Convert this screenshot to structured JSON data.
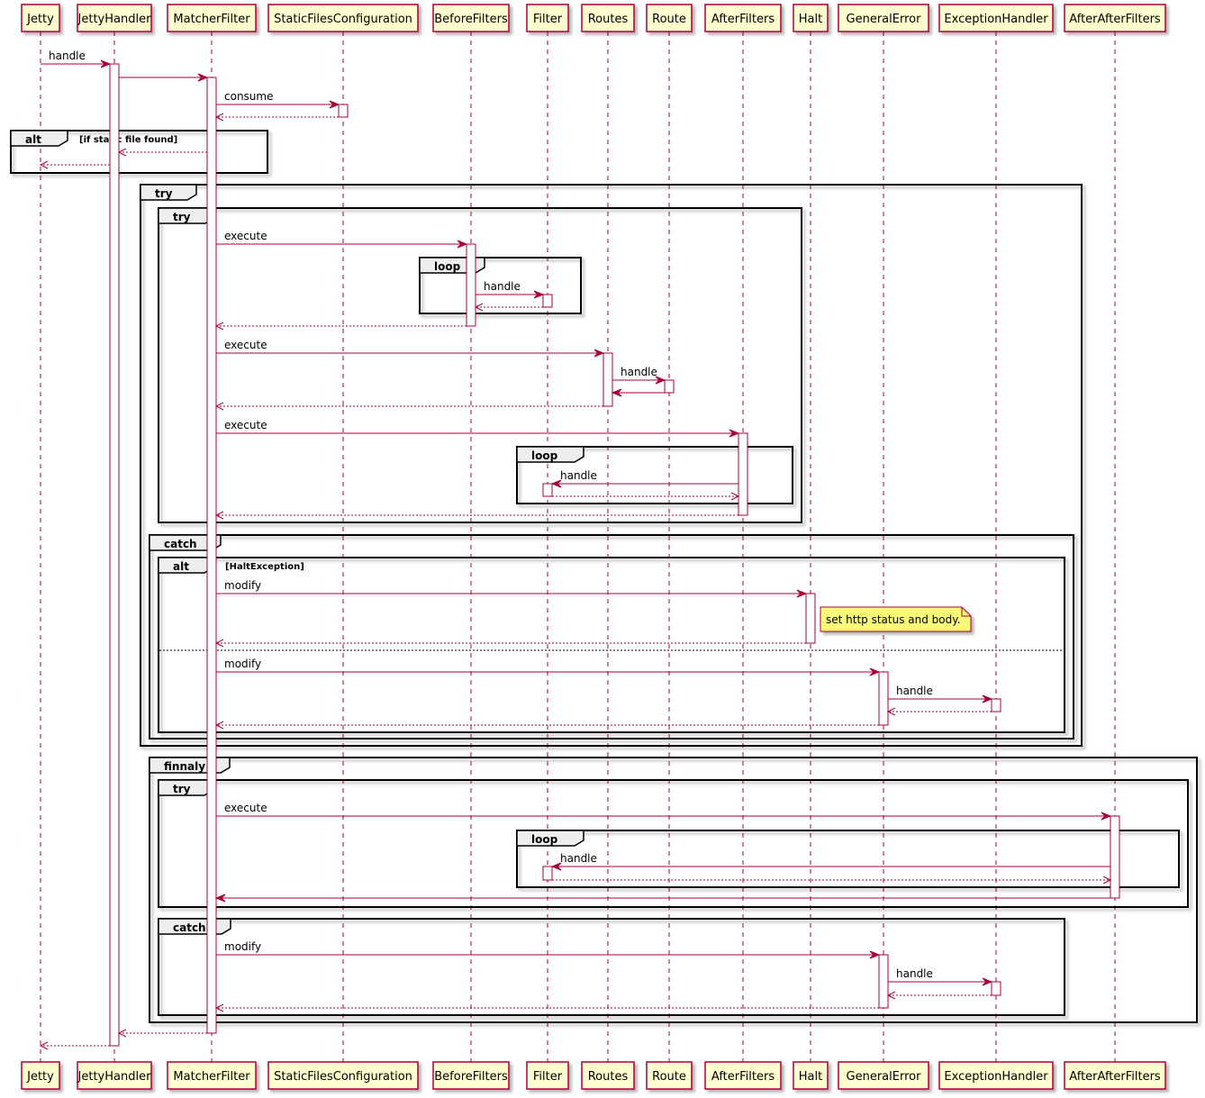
{
  "participants": [
    {
      "name": "Jetty"
    },
    {
      "name": "JettyHandler"
    },
    {
      "name": "MatcherFilter"
    },
    {
      "name": "StaticFilesConfiguration"
    },
    {
      "name": "BeforeFilters"
    },
    {
      "name": "Filter"
    },
    {
      "name": "Routes"
    },
    {
      "name": "Route"
    },
    {
      "name": "AfterFilters"
    },
    {
      "name": "Halt"
    },
    {
      "name": "GeneralError"
    },
    {
      "name": "ExceptionHandler"
    },
    {
      "name": "AfterAfterFilters"
    }
  ],
  "messages": [
    {
      "from": "Jetty",
      "to": "JettyHandler",
      "label": "handle",
      "type": "sync"
    },
    {
      "from": "JettyHandler",
      "to": "MatcherFilter",
      "label": "",
      "type": "sync"
    },
    {
      "from": "MatcherFilter",
      "to": "StaticFilesConfiguration",
      "label": "consume",
      "type": "sync"
    },
    {
      "from": "StaticFilesConfiguration",
      "to": "MatcherFilter",
      "label": "",
      "type": "return"
    },
    {
      "from": "MatcherFilter",
      "to": "JettyHandler",
      "label": "",
      "type": "return"
    },
    {
      "from": "JettyHandler",
      "to": "Jetty",
      "label": "",
      "type": "return"
    },
    {
      "from": "MatcherFilter",
      "to": "BeforeFilters",
      "label": "execute",
      "type": "sync"
    },
    {
      "from": "BeforeFilters",
      "to": "Filter",
      "label": "handle",
      "type": "sync"
    },
    {
      "from": "Filter",
      "to": "BeforeFilters",
      "label": "",
      "type": "return"
    },
    {
      "from": "BeforeFilters",
      "to": "MatcherFilter",
      "label": "",
      "type": "return"
    },
    {
      "from": "MatcherFilter",
      "to": "Routes",
      "label": "execute",
      "type": "sync"
    },
    {
      "from": "Routes",
      "to": "Route",
      "label": "handle",
      "type": "sync"
    },
    {
      "from": "Route",
      "to": "Routes",
      "label": "",
      "type": "sync"
    },
    {
      "from": "Routes",
      "to": "MatcherFilter",
      "label": "",
      "type": "return"
    },
    {
      "from": "MatcherFilter",
      "to": "AfterFilters",
      "label": "execute",
      "type": "sync"
    },
    {
      "from": "AfterFilters",
      "to": "Filter",
      "label": "handle",
      "type": "sync"
    },
    {
      "from": "Filter",
      "to": "AfterFilters",
      "label": "",
      "type": "return"
    },
    {
      "from": "AfterFilters",
      "to": "MatcherFilter",
      "label": "",
      "type": "return"
    },
    {
      "from": "MatcherFilter",
      "to": "Halt",
      "label": "modify",
      "type": "sync"
    },
    {
      "from": "Halt",
      "to": "MatcherFilter",
      "label": "",
      "type": "return"
    },
    {
      "from": "MatcherFilter",
      "to": "GeneralError",
      "label": "modify",
      "type": "sync"
    },
    {
      "from": "GeneralError",
      "to": "ExceptionHandler",
      "label": "handle",
      "type": "sync"
    },
    {
      "from": "ExceptionHandler",
      "to": "GeneralError",
      "label": "",
      "type": "return"
    },
    {
      "from": "GeneralError",
      "to": "MatcherFilter",
      "label": "",
      "type": "return"
    },
    {
      "from": "MatcherFilter",
      "to": "AfterAfterFilters",
      "label": "execute",
      "type": "sync"
    },
    {
      "from": "AfterAfterFilters",
      "to": "Filter",
      "label": "handle",
      "type": "sync"
    },
    {
      "from": "Filter",
      "to": "AfterAfterFilters",
      "label": "",
      "type": "return"
    },
    {
      "from": "AfterAfterFilters",
      "to": "MatcherFilter",
      "label": "",
      "type": "sync"
    },
    {
      "from": "MatcherFilter",
      "to": "GeneralError",
      "label": "modify",
      "type": "sync"
    },
    {
      "from": "GeneralError",
      "to": "ExceptionHandler",
      "label": "handle",
      "type": "sync"
    },
    {
      "from": "ExceptionHandler",
      "to": "GeneralError",
      "label": "",
      "type": "return"
    },
    {
      "from": "GeneralError",
      "to": "MatcherFilter",
      "label": "",
      "type": "return"
    },
    {
      "from": "MatcherFilter",
      "to": "JettyHandler",
      "label": "",
      "type": "return"
    },
    {
      "from": "JettyHandler",
      "to": "Jetty",
      "label": "",
      "type": "return"
    }
  ],
  "fragments": [
    {
      "kind": "alt",
      "condition": "[if static file found]"
    },
    {
      "kind": "try",
      "condition": ""
    },
    {
      "kind": "try",
      "condition": ""
    },
    {
      "kind": "loop",
      "condition": ""
    },
    {
      "kind": "loop",
      "condition": ""
    },
    {
      "kind": "catch",
      "condition": ""
    },
    {
      "kind": "alt",
      "condition": "[HaltException]"
    },
    {
      "kind": "finnaly",
      "condition": ""
    },
    {
      "kind": "try",
      "condition": ""
    },
    {
      "kind": "loop",
      "condition": ""
    },
    {
      "kind": "catch",
      "condition": ""
    }
  ],
  "notes": [
    {
      "text": "set http status and body."
    }
  ],
  "colors": {
    "participant_fill": "#FEFECE",
    "participant_border": "#A80036",
    "line": "#A80036",
    "note_fill": "#FBFB77",
    "frame_border": "#000000",
    "frame_tab": "#EEEEEE"
  }
}
